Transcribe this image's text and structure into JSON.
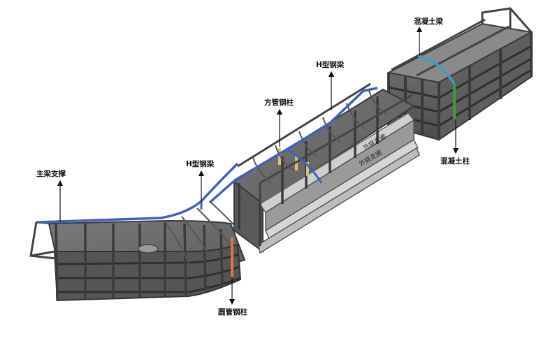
{
  "labels": {
    "main_beam_brace": "主梁支撑",
    "h_beam_left": "H型钢梁",
    "square_column": "方管钢柱",
    "h_beam_right": "H型钢梁",
    "concrete_beam": "混凝土梁",
    "concrete_column": "混凝土柱",
    "round_column": "圆管钢柱",
    "corridor_upper": "外挑走廊",
    "corridor_lower": "外挑走廊"
  },
  "colors": {
    "steel_beam_blue": "#3f63b8",
    "concrete_beam_teal": "#3a9ec9",
    "concrete_column_green": "#3f9a3a",
    "round_column_orange": "#d9774a",
    "square_column_tan": "#d9c07a",
    "frame_dark": "#4a4a4a",
    "slab_gray": "#6d6d6d"
  }
}
